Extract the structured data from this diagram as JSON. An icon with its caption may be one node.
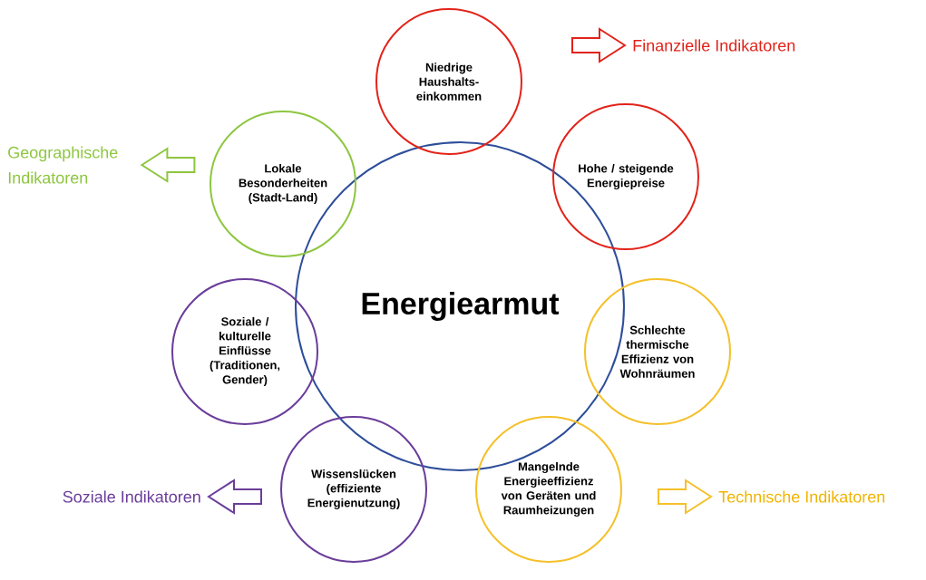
{
  "diagram": {
    "nodes": [
      {
        "text": [
          "Niedrige Haushalts-einkommen"
        ]
      },
      {
        "text": [
          "Finanzielle Indikatoren"
        ]
      },
      {
        "text": [
          "Geographische Indikatoren"
        ]
      },
      {
        "text": [
          "Lokale Besonderheiten (Stadt-Land)"
        ]
      },
      {
        "text": [
          "Hohe / steigende Energiepreise"
        ]
      },
      {
        "text": [
          "Energiearmut"
        ]
      },
      {
        "text": [
          "Soziale / kulturelle Einflüsse (Traditionen, Gender)"
        ]
      },
      {
        "text": [
          "Schlechte thermische Effizienz von Wohnräumen"
        ]
      },
      {
        "text": [
          "Soziale Indikatoren"
        ]
      },
      {
        "text": [
          "Wissenslücken (effiziente Energienutzung)"
        ]
      },
      {
        "text": [
          "Mangelnde Energieeffizienz von Geräten und Raumheizungen"
        ]
      },
      {
        "text": [
          "Technische Indikatoren"
        ]
      }
    ],
    "edges": [
      {
        "from": null,
        "to": 1,
        "arrow": "to",
        "color": "#e2231a"
      },
      {
        "from": null,
        "to": 2,
        "arrow": "to",
        "color": "#8dc63f"
      },
      {
        "from": null,
        "to": 8,
        "arrow": "to",
        "color": "#6a3d9a"
      },
      {
        "from": null,
        "to": 11,
        "arrow": "to",
        "color": "#f5c02a"
      }
    ]
  }
}
